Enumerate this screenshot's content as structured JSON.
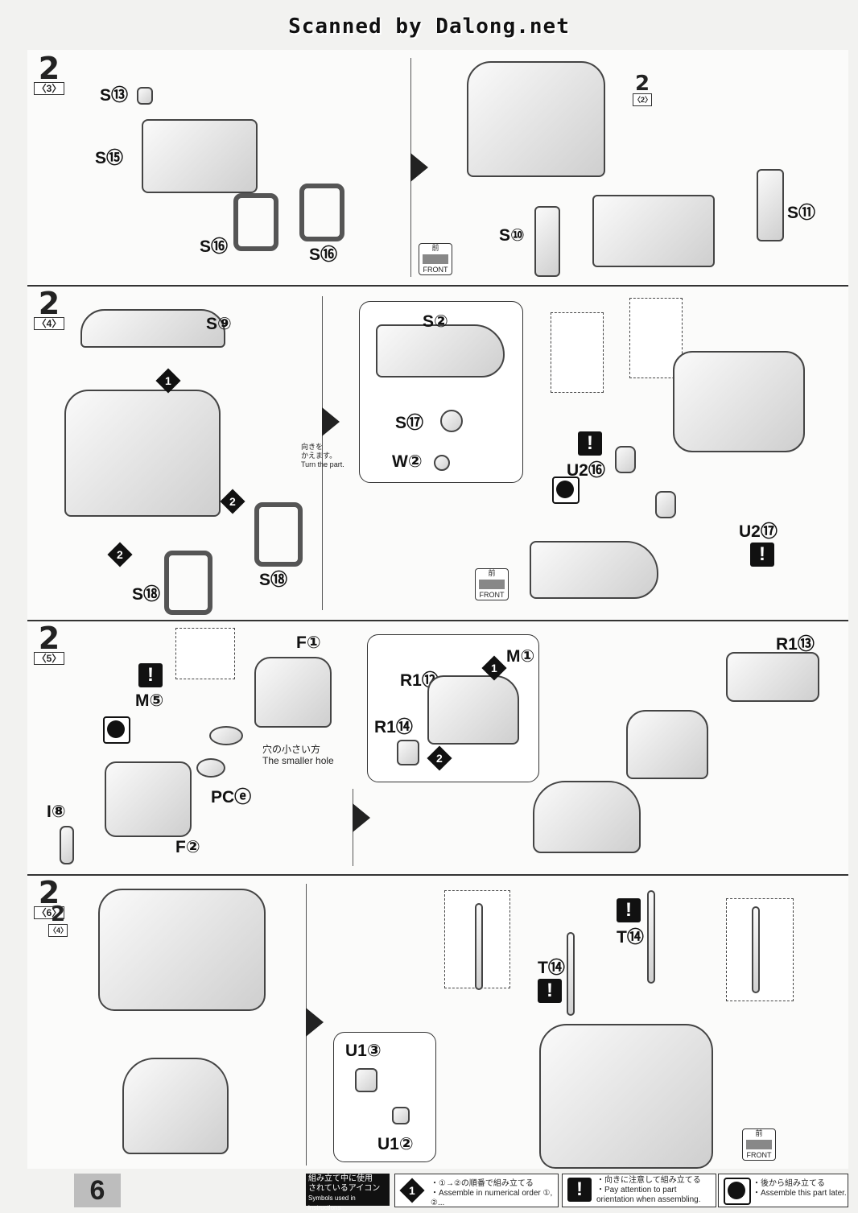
{
  "header": {
    "scanner_credit": "Scanned by Dalong.net"
  },
  "steps": [
    {
      "num": "2",
      "sub": "〈3〉"
    },
    {
      "num": "2",
      "sub": "〈4〉"
    },
    {
      "num": "2",
      "sub": "〈5〉"
    },
    {
      "num": "2",
      "sub": "〈6〉"
    }
  ],
  "step3": {
    "labels": [
      "S⑬",
      "S⑮",
      "S⑯",
      "S⑯",
      "S⑩",
      "S⑪"
    ],
    "ref": {
      "num": "2",
      "sub": "〈2〉"
    },
    "front_jp": "前",
    "front_en": "FRONT"
  },
  "step4": {
    "labels": [
      "S⑨",
      "S⑱",
      "S⑱",
      "S②",
      "S⑰",
      "W②",
      "U2⑯",
      "U2⑰"
    ],
    "turn_jp1": "向きを",
    "turn_jp2": "かえます。",
    "turn_en": "Turn the part.",
    "order": [
      "1",
      "2",
      "2"
    ],
    "front_jp": "前",
    "front_en": "FRONT"
  },
  "step5": {
    "labels": [
      "F①",
      "M⑤",
      "PCⓔ",
      "I⑧",
      "F②",
      "M①",
      "R1⑫",
      "R1⑭",
      "R1⑬"
    ],
    "hole_jp": "穴の小さい方",
    "hole_en": "The smaller hole",
    "order": [
      "1",
      "2"
    ]
  },
  "step6": {
    "labels": [
      "T⑭",
      "T⑭",
      "U1③",
      "U1②"
    ],
    "ref": {
      "num": "2",
      "sub": "〈4〉"
    },
    "front_jp": "前",
    "front_en": "FRONT"
  },
  "footer": {
    "page_number": "6",
    "legend_title_jp1": "組み立て中に使用",
    "legend_title_jp2": "されているアイコン",
    "legend_title_en": "Symbols used in instructions",
    "legend1_icon": "1",
    "legend1_jp": "・①→②の順番で組み立てる",
    "legend1_en": "・Assemble in numerical order ①, ②...",
    "legend2_icon": "!",
    "legend2_jp": "・向きに注意して組み立てる",
    "legend2_en": "・Pay attention to part orientation when assembling.",
    "legend3_jp": "・後から組み立てる",
    "legend3_en": "・Assemble this part later."
  }
}
